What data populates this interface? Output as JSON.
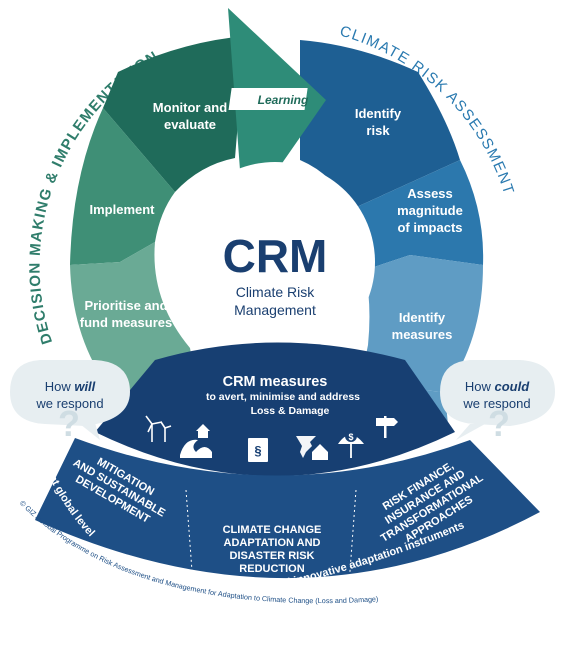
{
  "arc_titles": {
    "left": "DECISION MAKING & IMPLEMENTATION",
    "right": "CLIMATE RISK ASSESSMENT"
  },
  "arrow_label": "Learning",
  "center": {
    "title": "CRM",
    "subtitle_line1": "Climate Risk",
    "subtitle_line2": "Management"
  },
  "segments": {
    "monitor": [
      "Monitor and",
      "evaluate"
    ],
    "implement": [
      "Implement"
    ],
    "prioritise": [
      "Prioritise and",
      "fund measures"
    ],
    "identify_risk": [
      "Identify",
      "risk"
    ],
    "assess": [
      "Assess",
      "magnitude",
      "of impacts"
    ],
    "identify_measures": [
      "Identify",
      "measures"
    ]
  },
  "bubbles": {
    "left": {
      "line1_pre": "How ",
      "line1_em": "will",
      "line2": "we respond"
    },
    "right": {
      "line1_pre": "How ",
      "line1_em": "could",
      "line2": "we respond"
    }
  },
  "measures": {
    "title": "CRM measures",
    "line2": "to avert, minimise and address",
    "line3": "Loss & Damage",
    "icons": [
      "wind-turbine-icon",
      "wave-house-icon",
      "law-book-icon",
      "tornado-house-icon",
      "insurance-umbrella-icon",
      "signpost-icon"
    ]
  },
  "approaches": {
    "left": [
      "MITIGATION",
      "AND SUSTAINABLE",
      "DEVELOPMENT"
    ],
    "center": [
      "CLIMATE CHANGE",
      "ADAPTATION AND",
      "DISASTER RISK",
      "REDUCTION"
    ],
    "right": [
      "RISK FINANCE,",
      "INSURANCE AND",
      "TRANSFORMATIONAL",
      "APPROACHES"
    ]
  },
  "bottom_texts": {
    "global_level": "at global level",
    "proven_tools": "proven tools and innovative adaptation instruments",
    "credit": "© GIZ / Global Programme on Risk Assessment and Management for Adaptation to Climate Change (Loss and Damage)"
  },
  "colors": {
    "dark_green": "#1f6b5a",
    "mid_green": "#3f8f76",
    "light_green": "#6aaa95",
    "dark_blue": "#1e5f93",
    "mid_blue": "#2c78ad",
    "light_blue": "#5f9cc4",
    "navy": "#173f72",
    "bubble": "#e7eef1"
  }
}
